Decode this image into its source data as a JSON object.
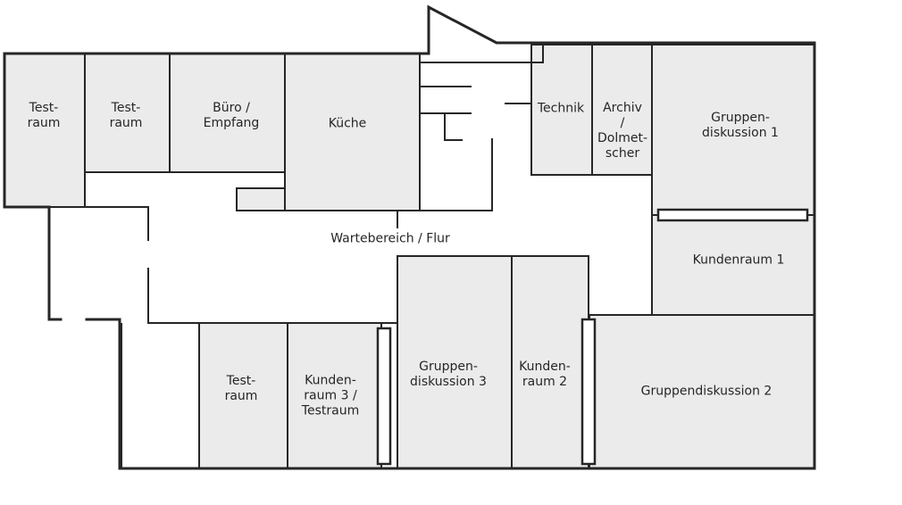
{
  "floorplan": {
    "rooms": {
      "testraum_a": "Test-\nraum",
      "testraum_b": "Test-\nraum",
      "buero": "Büro /\nEmpfang",
      "kueche": "Küche",
      "technik": "Technik",
      "archiv": "Archiv\n/\nDolmet-\nscher",
      "gd1": "Gruppen-\ndiskussion 1",
      "wartebereich": "Wartebereich / Flur",
      "kundenraum1": "Kundenraum 1",
      "testraum_c": "Test-\nraum",
      "kundenraum3": "Kunden-\nraum 3 /\nTestraum",
      "gd3": "Gruppen-\ndiskussion 3",
      "kundenraum2": "Kunden-\nraum 2",
      "gd2": "Gruppendiskussion 2"
    },
    "colors": {
      "room_fill": "#ebebeb",
      "wall": "#262626",
      "background": "#ffffff"
    }
  }
}
